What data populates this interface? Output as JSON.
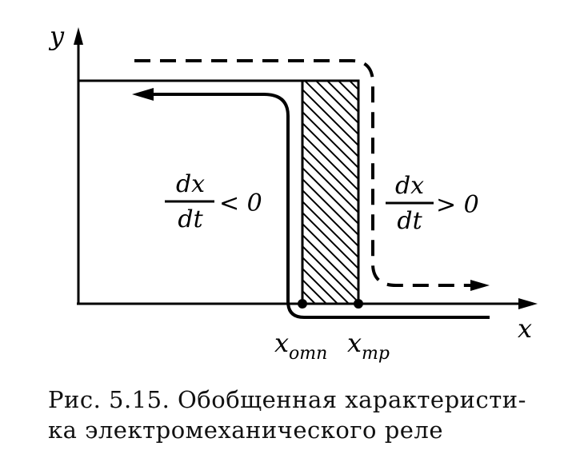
{
  "diagram": {
    "axis_y_label": "y",
    "axis_x_label": "x",
    "label_x_release": {
      "base": "x",
      "sub": "отп"
    },
    "label_x_pickup": {
      "base": "x",
      "sub": "тр"
    },
    "decreasing": {
      "numerator": "dx",
      "denominator": "dt",
      "relation": "< 0"
    },
    "increasing": {
      "numerator": "dx",
      "denominator": "dt",
      "relation": "> 0"
    }
  },
  "caption": {
    "line1": "Рис. 5.15. Обобщенная характеристи-",
    "line2": "ка электромеханического реле"
  }
}
